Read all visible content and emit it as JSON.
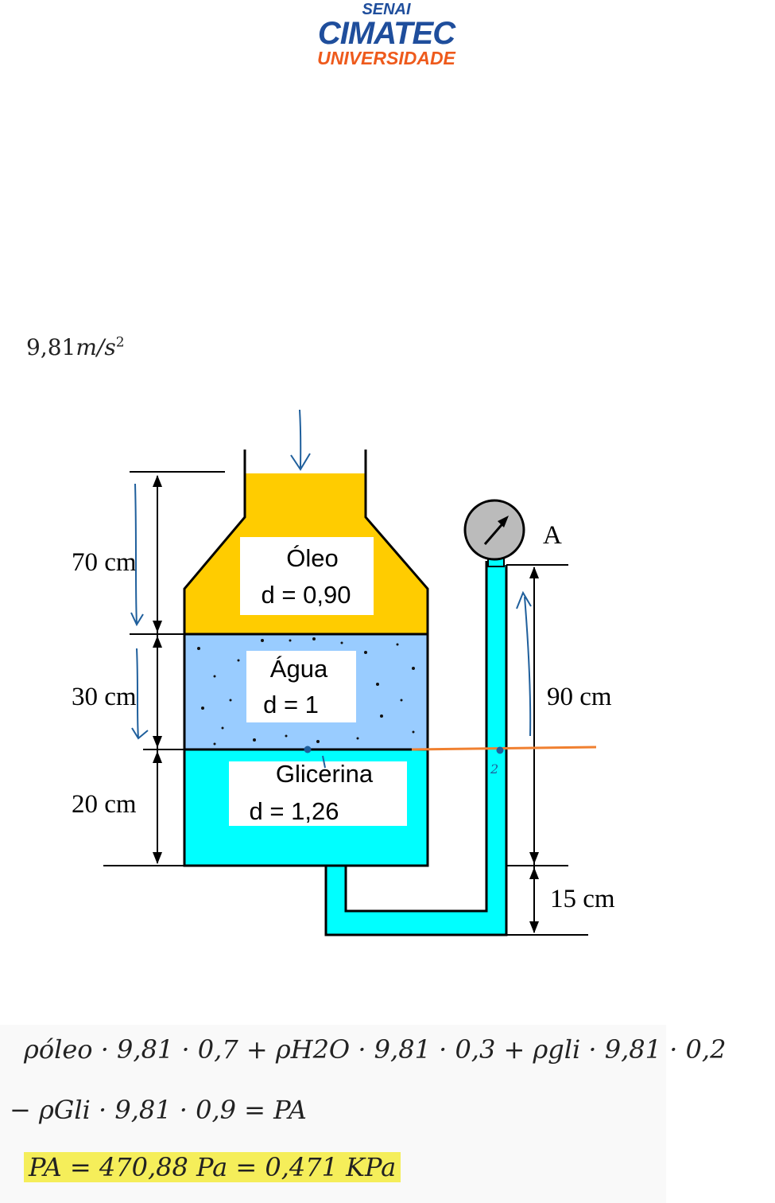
{
  "logo": {
    "line1": "SENAI",
    "line2": "CIMATEC",
    "line3": "UNIVERSIDADE"
  },
  "gravity": {
    "value": "9,81",
    "unit": "m/s",
    "exponent": "2"
  },
  "diagram": {
    "layers": [
      {
        "name": "Óleo",
        "density": "d = 0,90",
        "color": "#ffcc00"
      },
      {
        "name": "Água",
        "density": "d = 1",
        "color": "#99ccff"
      },
      {
        "name": "Glicerina",
        "density": "d = 1,26",
        "color": "#00ffff"
      }
    ],
    "dimensions": {
      "oil": "70 cm",
      "water": "30 cm",
      "glycerin": "20 cm",
      "tube": "90 cm",
      "bottom": "15 cm"
    },
    "gauge_label": "A",
    "point_label": "2",
    "annotation_colors": {
      "pen": "#1f5f9c",
      "reference_line": "#f08030"
    }
  },
  "notes": {
    "line1": "ρóleo · 9,81 · 0,7 + ρH2O · 9,81 · 0,3 + ρgli · 9,81 · 0,2",
    "line2": "− ρGli · 9,81 · 0,9 = PA",
    "line3": "PA = 470,88 Pa = 0,471 KPa",
    "highlight_color": "#f5ee5a"
  }
}
